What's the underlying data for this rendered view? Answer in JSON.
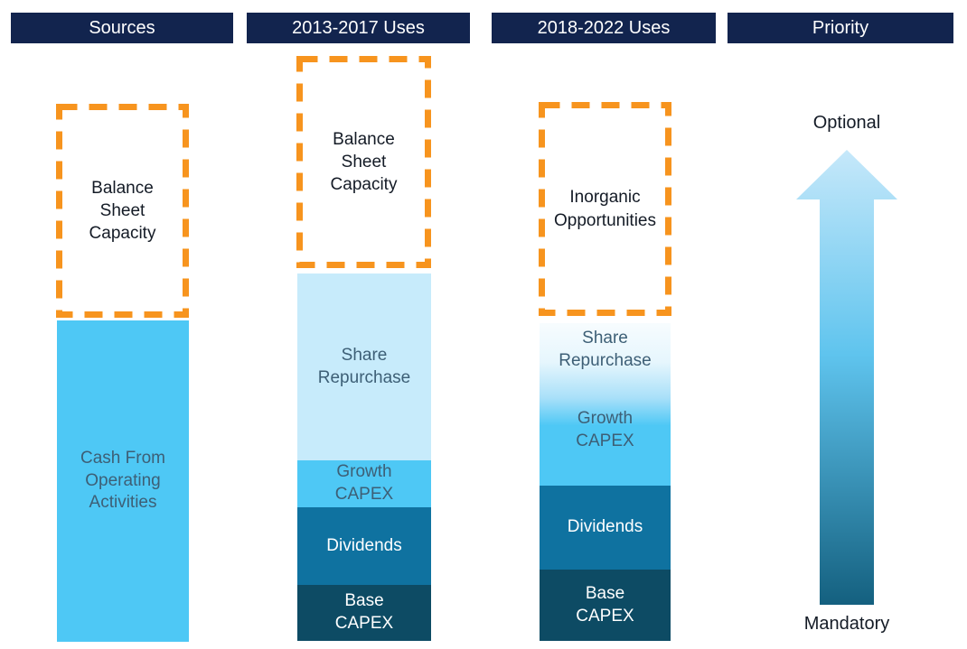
{
  "colors": {
    "header-bg": "#12244E",
    "header-text": "#FFFFFF",
    "dashed-orange": "#F7941E",
    "sky-blue": "#4EC8F5",
    "pale-blue": "#C7EBFB",
    "teal-blue": "#0F72A0",
    "dark-teal": "#0D4B64",
    "label-dark": "#141B26",
    "label-slate": "#3D5F76",
    "label-white": "#FFFFFF",
    "arrow-top": "#C6E8FA",
    "arrow-mid": "#5FC4EE",
    "arrow-bottom": "#14607F",
    "page-bg": "#FFFFFF"
  },
  "headers": {
    "sources": "Sources",
    "uses_2013_2017": "2013-2017 Uses",
    "uses_2018_2022": "2018-2022 Uses",
    "priority": "Priority"
  },
  "sources_column": {
    "balance_sheet_capacity": "Balance Sheet Capacity",
    "cash_from_operating_activities": "Cash From Operating Activities"
  },
  "uses_2013_2017_column": {
    "balance_sheet_capacity": "Balance Sheet Capacity",
    "share_repurchase": "Share Repurchase",
    "growth_capex": "Growth CAPEX",
    "dividends": "Dividends",
    "base_capex": "Base CAPEX"
  },
  "uses_2018_2022_column": {
    "inorganic_opportunities": "Inorganic Opportunities",
    "share_repurchase": "Share Repurchase",
    "growth_capex": "Growth CAPEX",
    "dividends": "Dividends",
    "base_capex": "Base CAPEX"
  },
  "priority_column": {
    "optional": "Optional",
    "mandatory": "Mandatory"
  }
}
